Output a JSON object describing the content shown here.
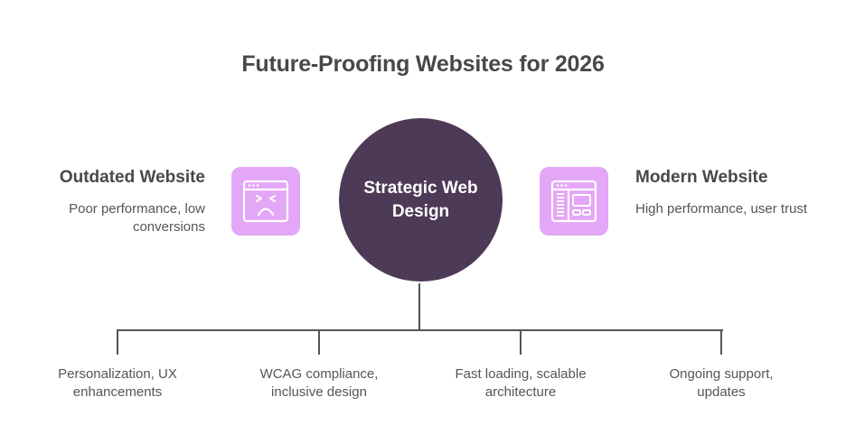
{
  "title": "Future-Proofing Websites for 2026",
  "center": {
    "label": "Strategic Web Design",
    "color": "#4d3a56"
  },
  "left": {
    "title": "Outdated Website",
    "description": "Poor performance, low conversions",
    "icon": "angry-browser-icon",
    "icon_color": "#e4a6f6"
  },
  "right": {
    "title": "Modern Website",
    "description": "High performance, user trust",
    "icon": "browser-layout-icon",
    "icon_color": "#e4a6f6"
  },
  "leaves": [
    {
      "label": "Personalization, UX enhancements"
    },
    {
      "label": "WCAG compliance, inclusive design"
    },
    {
      "label": "Fast loading, scalable architecture"
    },
    {
      "label": "Ongoing support, updates"
    }
  ]
}
